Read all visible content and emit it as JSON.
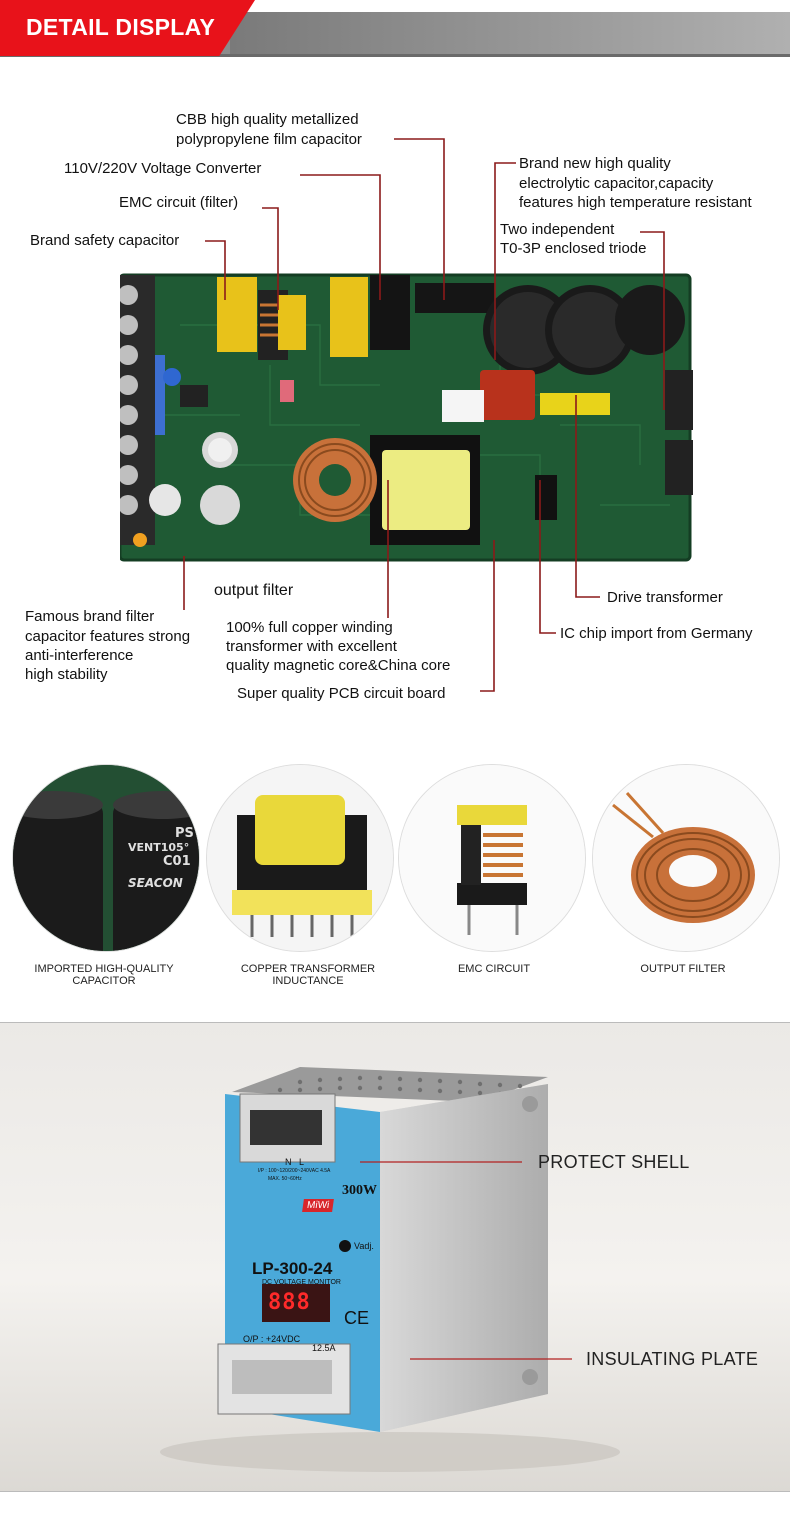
{
  "header": {
    "title": "DETAIL DISPLAY"
  },
  "callouts": {
    "cbb_line1": "CBB high quality metallized",
    "cbb_line2": "polypropylene film capacitor",
    "voltage_converter": "110V/220V Voltage Converter",
    "emc_circuit": "EMC circuit (filter)",
    "safety_capacitor": "Brand safety capacitor",
    "electrolytic_line1": "Brand new high quality",
    "electrolytic_line2": "electrolytic capacitor,capacity",
    "electrolytic_line3": "features high temperature resistant",
    "triode_line1": "Two independent",
    "triode_line2": "T0-3P enclosed triode",
    "output_filter": "output filter",
    "filter_cap_line1": "Famous brand filter",
    "filter_cap_line2": "capacitor features strong",
    "filter_cap_line3": "anti-interference",
    "filter_cap_line4": "high stability",
    "copper_line1": "100% full copper winding",
    "copper_line2": "transformer with excellent",
    "copper_line3": "quality magnetic core&China core",
    "pcb_board": "Super quality PCB circuit board",
    "drive_transformer": "Drive transformer",
    "ic_chip": "IC chip import from Germany"
  },
  "gallery": {
    "items": [
      {
        "caption": "IMPORTED HIGH-QUALITY CAPACITOR"
      },
      {
        "caption": "COPPER TRANSFORMER INDUCTANCE"
      },
      {
        "caption": "EMC CIRCUIT"
      },
      {
        "caption": "OUTPUT FILTER"
      }
    ],
    "capacitor_text": {
      "a": "PS",
      "b": "VENT105°",
      "c": "C01",
      "brand": "SEACON"
    }
  },
  "product": {
    "protect_shell": "PROTECT SHELL",
    "insulating_plate": "INSULATING PLATE",
    "brand": "MiWi",
    "model": "LP-300-24",
    "wattage": "300W",
    "monitor_label": "DC VOLTAGE MONITOR",
    "display": "888",
    "output": "O/P : +24VDC",
    "current": "12.5A",
    "vadj": "Vadj.",
    "ce": "CE",
    "input_spec": "I/P : 100~120/200~240VAC 4.5A",
    "freq": "MAX. 50~60Hz",
    "terminals": "N   L"
  },
  "colors": {
    "header_red": "#e8121a",
    "leader_red": "#8b1a1a",
    "pcb_green": "#1f5a34",
    "panel_blue": "#4aa9d9"
  }
}
